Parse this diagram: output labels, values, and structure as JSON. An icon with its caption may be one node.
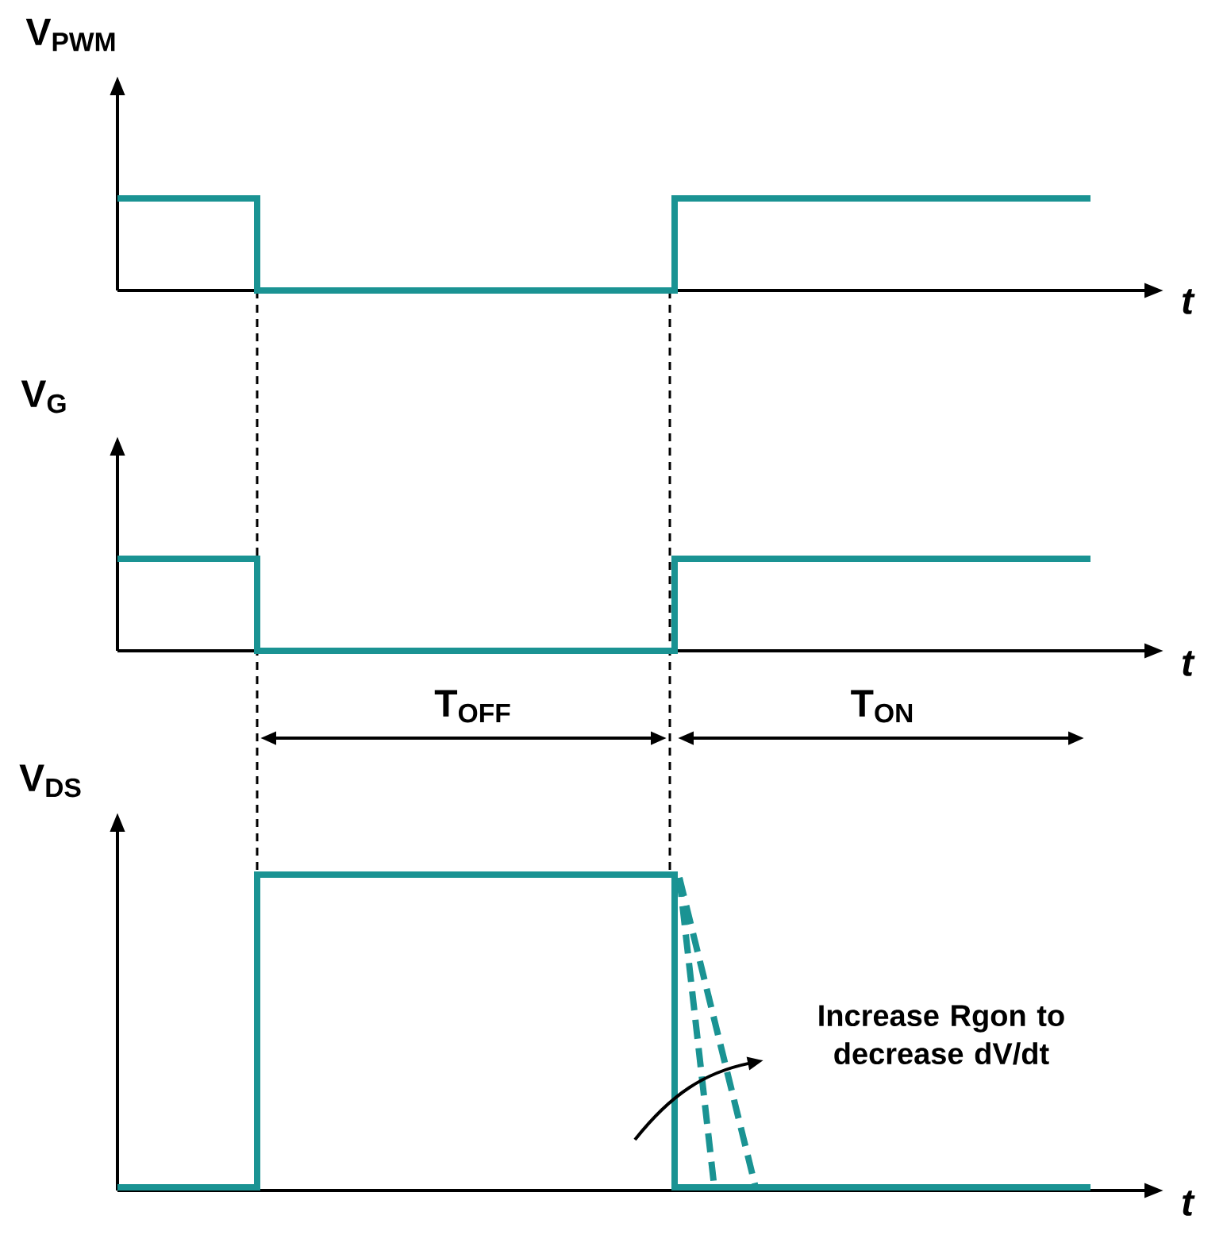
{
  "diagram": {
    "labels": [
      "V$_{PWM}$",
      "t",
      "V$_{G}$",
      "t",
      "T$_{OFF}$",
      "T$_{ON}$",
      "V$_{DS}$",
      "t",
      "Increase Rgon to decrease dV/dt"
    ]
  }
}
